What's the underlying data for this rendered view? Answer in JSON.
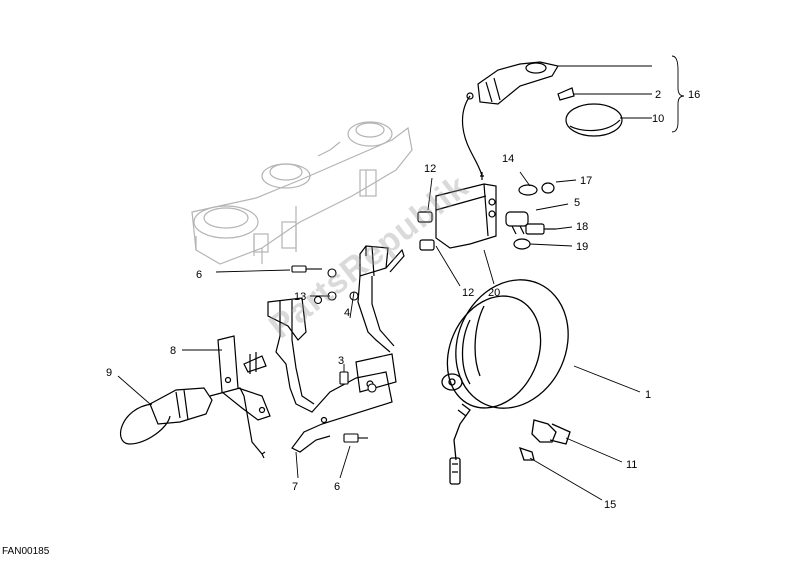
{
  "diagram_code": "FAN00185",
  "watermark_text": "PartsRepublik",
  "colors": {
    "ink": "#000000",
    "ghost": "#b4b4b4",
    "watermark": "#969696"
  },
  "callouts": {
    "c1": "1",
    "c2": "2",
    "c3": "3",
    "c4": "4",
    "c5": "5",
    "c6a": "6",
    "c6b": "6",
    "c7": "7",
    "c8": "8",
    "c9": "9",
    "c10": "10",
    "c11": "11",
    "c12a": "12",
    "c12b": "12",
    "c13": "13",
    "c14": "14",
    "c15": "15",
    "c16": "16",
    "c17": "17",
    "c18": "18",
    "c19": "19",
    "c20": "20"
  }
}
